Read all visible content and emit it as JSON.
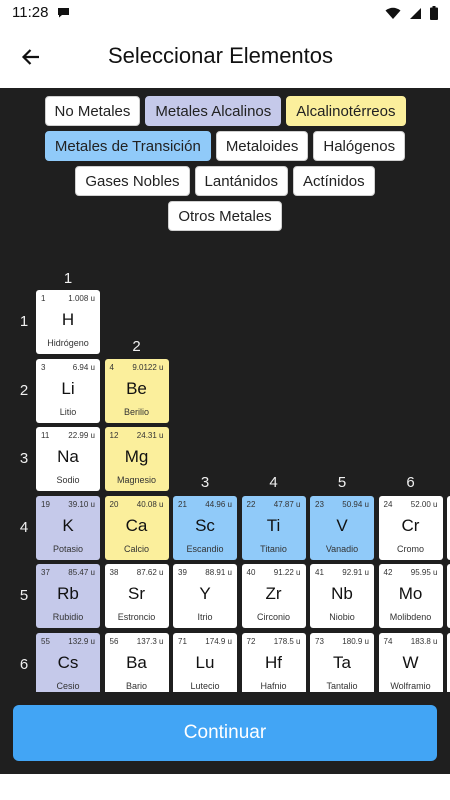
{
  "status_bar": {
    "time": "11:28"
  },
  "app_bar": {
    "title": "Seleccionar Elementos"
  },
  "colors": {
    "nonmetal": "#ffffff",
    "alkali": "#c5c9ea",
    "alkaline_earth": "#fbef9c",
    "transition": "#90caf9",
    "default": "#ffffff",
    "accent": "#42a5f5"
  },
  "chips": [
    [
      "No Metales",
      "Metales Alcalinos",
      "Alcalinotérreos"
    ],
    [
      "Metales de Transición",
      "Metaloides",
      "Halógenos"
    ],
    [
      "Gases Nobles",
      "Lantánidos",
      "Actínidos"
    ],
    [
      "Otros Metales"
    ]
  ],
  "chip_types": [
    [
      "nonmetal",
      "alkali",
      "alkaline_earth"
    ],
    [
      "transition",
      "default",
      "default"
    ],
    [
      "default",
      "default",
      "default"
    ],
    [
      "default"
    ]
  ],
  "group_labels": [
    "1",
    "2",
    "3",
    "4",
    "5",
    "6"
  ],
  "period_labels": [
    "1",
    "2",
    "3",
    "4",
    "5",
    "6"
  ],
  "elements": [
    {
      "num": "1",
      "mass": "1.008 u",
      "sym": "H",
      "name": "Hidrógeno",
      "group": 1,
      "period": 1,
      "type": "nonmetal"
    },
    {
      "num": "3",
      "mass": "6.94 u",
      "sym": "Li",
      "name": "Litio",
      "group": 1,
      "period": 2,
      "type": "default"
    },
    {
      "num": "4",
      "mass": "9.0122 u",
      "sym": "Be",
      "name": "Berilio",
      "group": 2,
      "period": 2,
      "type": "alkaline_earth"
    },
    {
      "num": "11",
      "mass": "22.99 u",
      "sym": "Na",
      "name": "Sodio",
      "group": 1,
      "period": 3,
      "type": "default"
    },
    {
      "num": "12",
      "mass": "24.31 u",
      "sym": "Mg",
      "name": "Magnesio",
      "group": 2,
      "period": 3,
      "type": "alkaline_earth"
    },
    {
      "num": "19",
      "mass": "39.10 u",
      "sym": "K",
      "name": "Potasio",
      "group": 1,
      "period": 4,
      "type": "alkali"
    },
    {
      "num": "20",
      "mass": "40.08 u",
      "sym": "Ca",
      "name": "Calcio",
      "group": 2,
      "period": 4,
      "type": "alkaline_earth"
    },
    {
      "num": "21",
      "mass": "44.96 u",
      "sym": "Sc",
      "name": "Escandio",
      "group": 3,
      "period": 4,
      "type": "transition"
    },
    {
      "num": "22",
      "mass": "47.87 u",
      "sym": "Ti",
      "name": "Titanio",
      "group": 4,
      "period": 4,
      "type": "transition"
    },
    {
      "num": "23",
      "mass": "50.94 u",
      "sym": "V",
      "name": "Vanadio",
      "group": 5,
      "period": 4,
      "type": "transition"
    },
    {
      "num": "24",
      "mass": "52.00 u",
      "sym": "Cr",
      "name": "Cromo",
      "group": 6,
      "period": 4,
      "type": "default"
    },
    {
      "num": "37",
      "mass": "85.47 u",
      "sym": "Rb",
      "name": "Rubidio",
      "group": 1,
      "period": 5,
      "type": "alkali"
    },
    {
      "num": "38",
      "mass": "87.62 u",
      "sym": "Sr",
      "name": "Estroncio",
      "group": 2,
      "period": 5,
      "type": "default"
    },
    {
      "num": "39",
      "mass": "88.91 u",
      "sym": "Y",
      "name": "Itrio",
      "group": 3,
      "period": 5,
      "type": "default"
    },
    {
      "num": "40",
      "mass": "91.22 u",
      "sym": "Zr",
      "name": "Circonio",
      "group": 4,
      "period": 5,
      "type": "default"
    },
    {
      "num": "41",
      "mass": "92.91 u",
      "sym": "Nb",
      "name": "Niobio",
      "group": 5,
      "period": 5,
      "type": "default"
    },
    {
      "num": "42",
      "mass": "95.95 u",
      "sym": "Mo",
      "name": "Molibdeno",
      "group": 6,
      "period": 5,
      "type": "default"
    },
    {
      "num": "55",
      "mass": "132.9 u",
      "sym": "Cs",
      "name": "Cesio",
      "group": 1,
      "period": 6,
      "type": "alkali"
    },
    {
      "num": "56",
      "mass": "137.3 u",
      "sym": "Ba",
      "name": "Bario",
      "group": 2,
      "period": 6,
      "type": "default"
    },
    {
      "num": "71",
      "mass": "174.9 u",
      "sym": "Lu",
      "name": "Lutecio",
      "group": 3,
      "period": 6,
      "type": "default"
    },
    {
      "num": "72",
      "mass": "178.5 u",
      "sym": "Hf",
      "name": "Hafnio",
      "group": 4,
      "period": 6,
      "type": "default"
    },
    {
      "num": "73",
      "mass": "180.9 u",
      "sym": "Ta",
      "name": "Tantalio",
      "group": 5,
      "period": 6,
      "type": "default"
    },
    {
      "num": "74",
      "mass": "183.8 u",
      "sym": "W",
      "name": "Wolframio",
      "group": 6,
      "period": 6,
      "type": "default"
    }
  ],
  "continue_button": {
    "label": "Continuar"
  }
}
